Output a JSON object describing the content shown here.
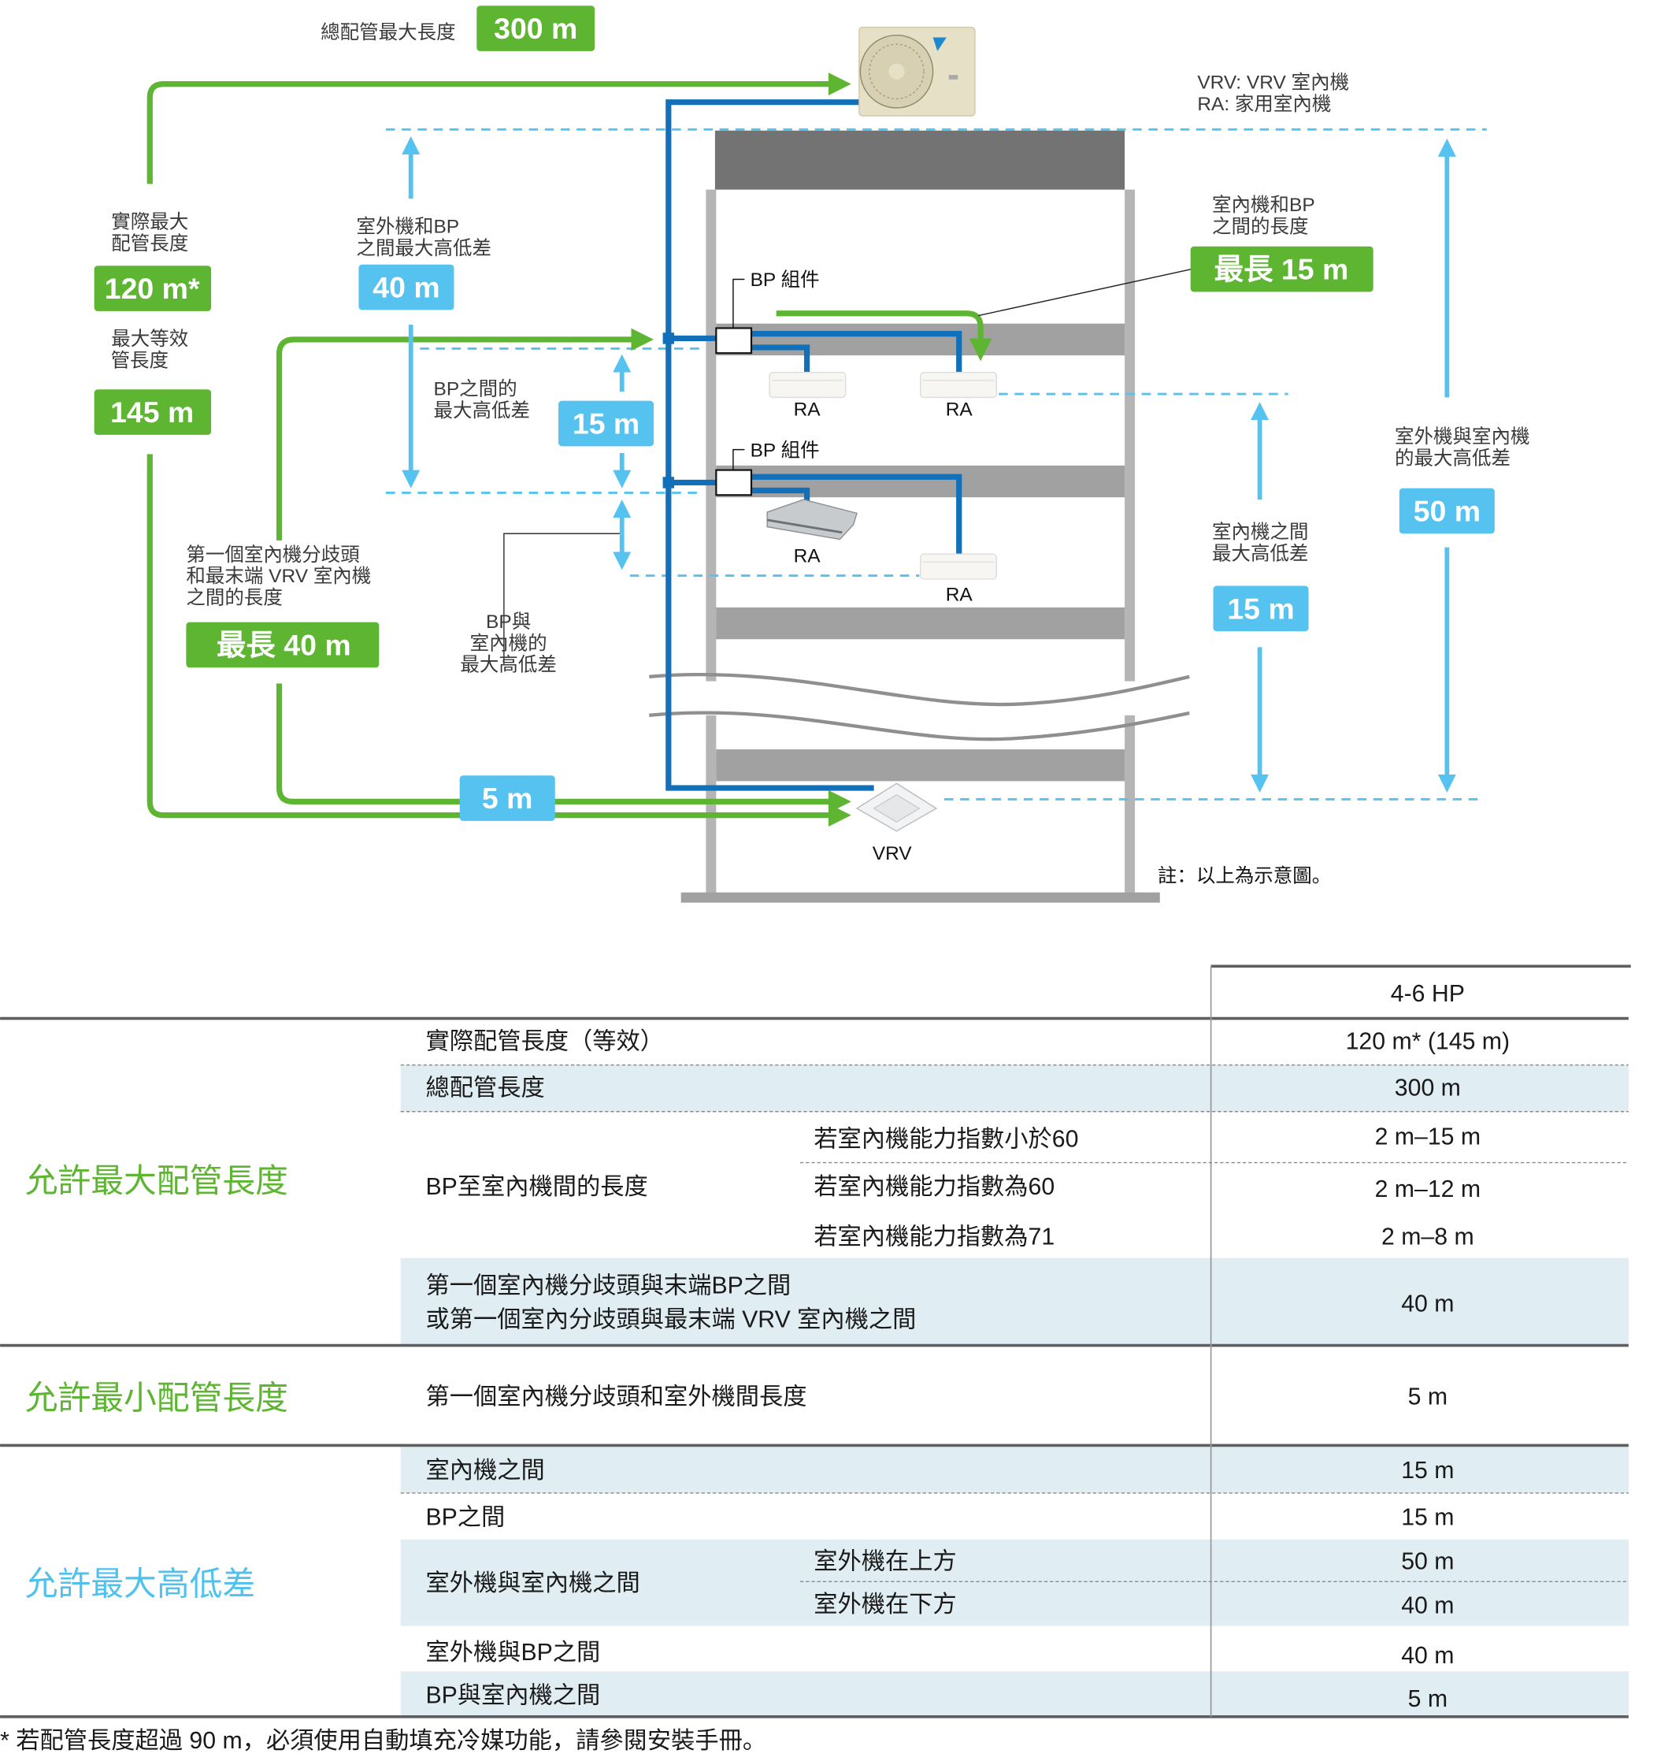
{
  "colors": {
    "green": "#5db531",
    "blue_light": "#55c2ef",
    "pipe_blue": "#1170b9",
    "floor_dark": "#737373",
    "floor_mid": "#a0a1a0",
    "wall": "#b5b5b5",
    "row_shade": "#e0edf3",
    "rule_dark": "#5f5f5f"
  },
  "diagram": {
    "total_pipe_label": "總配管最大長度",
    "total_pipe_value": "300 m",
    "legend_line1": "VRV: VRV  室內機",
    "legend_line2": "RA: 家用室內機",
    "actual_max_label": [
      "實際最大",
      "配管長度"
    ],
    "actual_max_value": "120 m*",
    "equiv_label": [
      "最大等效",
      "管長度"
    ],
    "equiv_value": "145 m",
    "outdoor_bp_label": [
      "室外機和BP",
      "之間最大高低差"
    ],
    "outdoor_bp_value": "40 m",
    "bp_bp_label": [
      "BP之間的",
      "最大高低差"
    ],
    "bp_bp_value": "15 m",
    "bp_indoor_label": [
      "BP與",
      "室內機的",
      "最大高低差"
    ],
    "first_branch_label": [
      "第一個室內機分歧頭",
      "和最末端 VRV 室內機",
      "之間的長度"
    ],
    "first_branch_value": "最長 40 m",
    "min_value": "5 m",
    "indoor_bp_len_label": [
      "室內機和BP",
      "之間的長度"
    ],
    "indoor_bp_len_value": "最長 15 m",
    "indoor_indoor_label": [
      "室內機之間",
      "最大高低差"
    ],
    "indoor_indoor_value": "15 m",
    "outdoor_indoor_label": [
      "室外機與室內機",
      "的最大高低差"
    ],
    "outdoor_indoor_value": "50 m",
    "bp_unit_label": "BP 組件",
    "ra_label": "RA",
    "vrv_label": "VRV",
    "note": "註：以上為示意圖。"
  },
  "table": {
    "column_header": "4-6 HP",
    "sections": [
      {
        "title": "允許最大配管長度",
        "color": "green",
        "rows": [
          {
            "label": "實際配管長度（等效）",
            "sub": "",
            "value": "120 m* (145 m)",
            "shaded": false
          },
          {
            "label": "總配管長度",
            "sub": "",
            "value": "300 m",
            "shaded": true
          },
          {
            "label": "BP至室內機間的長度",
            "sub": "若室內機能力指數小於60",
            "value": "2 m–15 m",
            "shaded": false
          },
          {
            "label": "",
            "sub": "若室內機能力指數為60",
            "value": "2 m–12 m",
            "shaded": false
          },
          {
            "label": "",
            "sub": "若室內機能力指數為71",
            "value": "2 m–8 m",
            "shaded": false
          },
          {
            "label": "第一個室內機分歧頭與末端BP之間",
            "label2": "或第一個室內分歧頭與最末端 VRV 室內機之間",
            "sub": "",
            "value": "40 m",
            "shaded": true
          }
        ]
      },
      {
        "title": "允許最小配管長度",
        "color": "green",
        "rows": [
          {
            "label": "第一個室內機分歧頭和室外機間長度",
            "sub": "",
            "value": "5 m",
            "shaded": false
          }
        ]
      },
      {
        "title": "允許最大高低差",
        "color": "blue",
        "rows": [
          {
            "label": "室內機之間",
            "sub": "",
            "value": "15 m",
            "shaded": true
          },
          {
            "label": "BP之間",
            "sub": "",
            "value": "15 m",
            "shaded": false
          },
          {
            "label": "室外機與室內機之間",
            "sub": "室外機在上方",
            "value": "50 m",
            "shaded": true
          },
          {
            "label": "",
            "sub": "室外機在下方",
            "value": "40 m",
            "shaded": true
          },
          {
            "label": "室外機與BP之間",
            "sub": "",
            "value": "40 m",
            "shaded": false
          },
          {
            "label": "BP與室內機之間",
            "sub": "",
            "value": "5 m",
            "shaded": true
          }
        ]
      }
    ],
    "footnote": "* 若配管長度超過 90 m，必須使用自動填充冷媒功能，請參閱安裝手冊。"
  }
}
